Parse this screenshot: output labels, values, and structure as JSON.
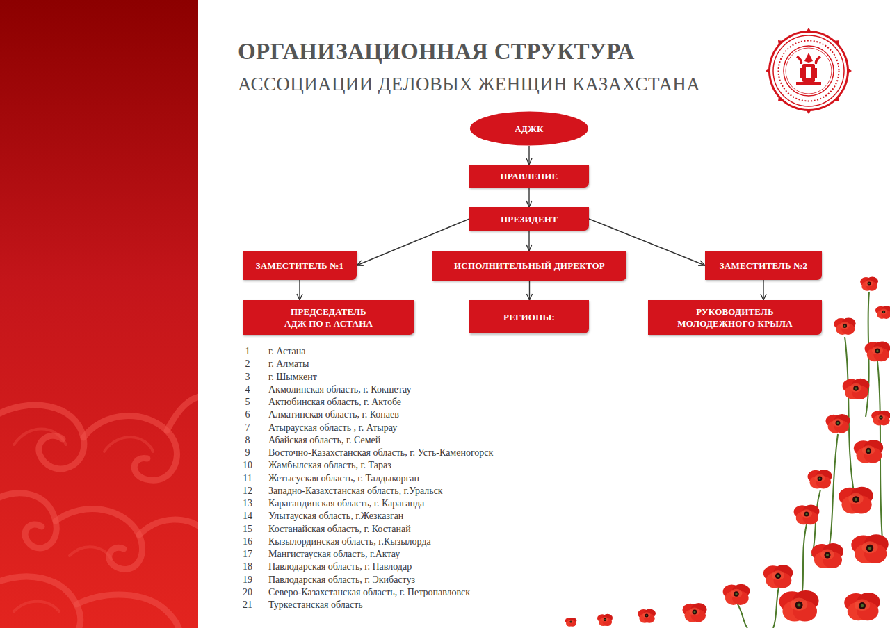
{
  "diagram": {
    "title": "ОРГАНИЗАЦИОННАЯ СТРУКТУРА",
    "nodes": [
      {
        "text": [
          "АДЖК"
        ]
      },
      {
        "text": [
          "ПРАВЛЕНИЕ"
        ]
      },
      {
        "text": [
          "ПРЕЗИДЕНТ"
        ]
      },
      {
        "text": [
          "ЗАМЕСТИТЕЛЬ №1"
        ]
      },
      {
        "text": [
          "ИСПОЛНИТЕЛЬНЫЙ ДИРЕКТОР"
        ]
      },
      {
        "text": [
          "ЗАМЕСТИТЕЛЬ №2"
        ]
      },
      {
        "text": [
          "ПРЕДСЕДАТЕЛЬ АДЖ ПО г. АСТАНА"
        ]
      },
      {
        "text": [
          "РЕГИОНЫ:"
        ]
      },
      {
        "text": [
          "РУКОВОДИТЕЛЬ МОЛОДЕЖНОГО КРЫЛА"
        ]
      }
    ],
    "edges": [
      {
        "from": 0,
        "to": 1,
        "arrow": "to"
      },
      {
        "from": 1,
        "to": 2,
        "arrow": "to"
      },
      {
        "from": 2,
        "to": 3,
        "arrow": "to"
      },
      {
        "from": 2,
        "to": 4,
        "arrow": "to"
      },
      {
        "from": 2,
        "to": 5,
        "arrow": "to"
      },
      {
        "from": 3,
        "to": 6,
        "arrow": "to"
      },
      {
        "from": 4,
        "to": 7,
        "arrow": "to"
      },
      {
        "from": 5,
        "to": 8,
        "arrow": "to"
      }
    ],
    "labels": [
      "АССОЦИАЦИИ ДЕЛОВЫХ ЖЕНЩИН КАЗАХСТАНА",
      "1",
      "г. Астана",
      "2",
      "г. Алматы",
      "3",
      "г. Шымкент",
      "4",
      "Акмолинская область, г. Кокшетау",
      "5",
      "Актюбинская область, г. Актобе",
      "6",
      "Алматинская область, г. Конаев",
      "7",
      "Атырауская область , г. Атырау",
      "8",
      "Абайская область, г. Семей",
      "9",
      "Восточно-Казахстанская область, г. Усть-Каменогорск",
      "10",
      "Жамбылская область, г. Тараз",
      "11",
      "Жетысуская область, г. Талдыкорган",
      "12",
      "Западно-Казахстанская область, г.Уральск",
      "13",
      "Карагандинская область, г. Караганда",
      "14",
      "Улытауская область, г.Жезказган",
      "15",
      "Костанайская область, г. Костанай",
      "16",
      "Кызылординская область, г.Кызылорда",
      "17",
      "Мангистауская область, г.Актау",
      "18",
      "Павлодарская область, г. Павлодар",
      "19",
      "Павлодарская область, г. Экибастуз",
      "20",
      "Северо-Казахстанская область, г. Петропавловск",
      "21",
      "Туркестанская область"
    ]
  }
}
